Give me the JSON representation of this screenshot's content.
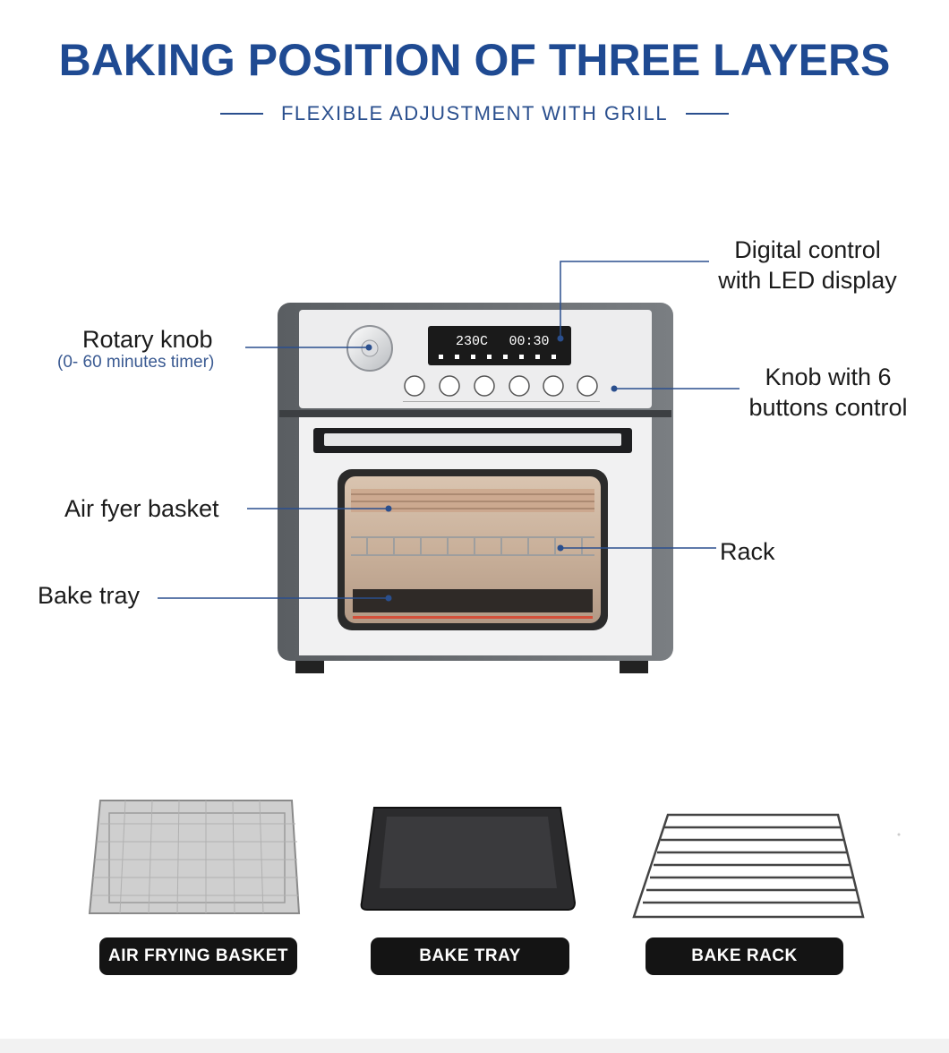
{
  "header": {
    "title": "BAKING POSITION OF THREE LAYERS",
    "subtitle": "FLEXIBLE ADJUSTMENT WITH GRILL"
  },
  "callouts": {
    "digital_control_line1": "Digital control",
    "digital_control_line2": "with LED display",
    "rotary_knob": "Rotary knob",
    "rotary_knob_sub": "(0- 60 minutes timer)",
    "knob_buttons_line1": "Knob with 6",
    "knob_buttons_line2": "buttons control",
    "air_fryer_basket": "Air fyer basket",
    "rack": "Rack",
    "bake_tray": "Bake tray"
  },
  "display": {
    "temperature": "230C",
    "time": "00:30"
  },
  "accessories": [
    {
      "label": "AIR FRYING BASKET"
    },
    {
      "label": "BAKE TRAY"
    },
    {
      "label": "BAKE RACK"
    }
  ],
  "colors": {
    "title_blue": "#1f4a92",
    "oven_body": "#6b6f73",
    "oven_panel": "#e9eaeb",
    "display": "#1a1a1a",
    "button_dark": "#141414"
  },
  "icons": [
    "oven-icon",
    "rotary-knob-icon",
    "power-icon",
    "button-icon",
    "basket-icon",
    "tray-icon",
    "rack-icon"
  ]
}
